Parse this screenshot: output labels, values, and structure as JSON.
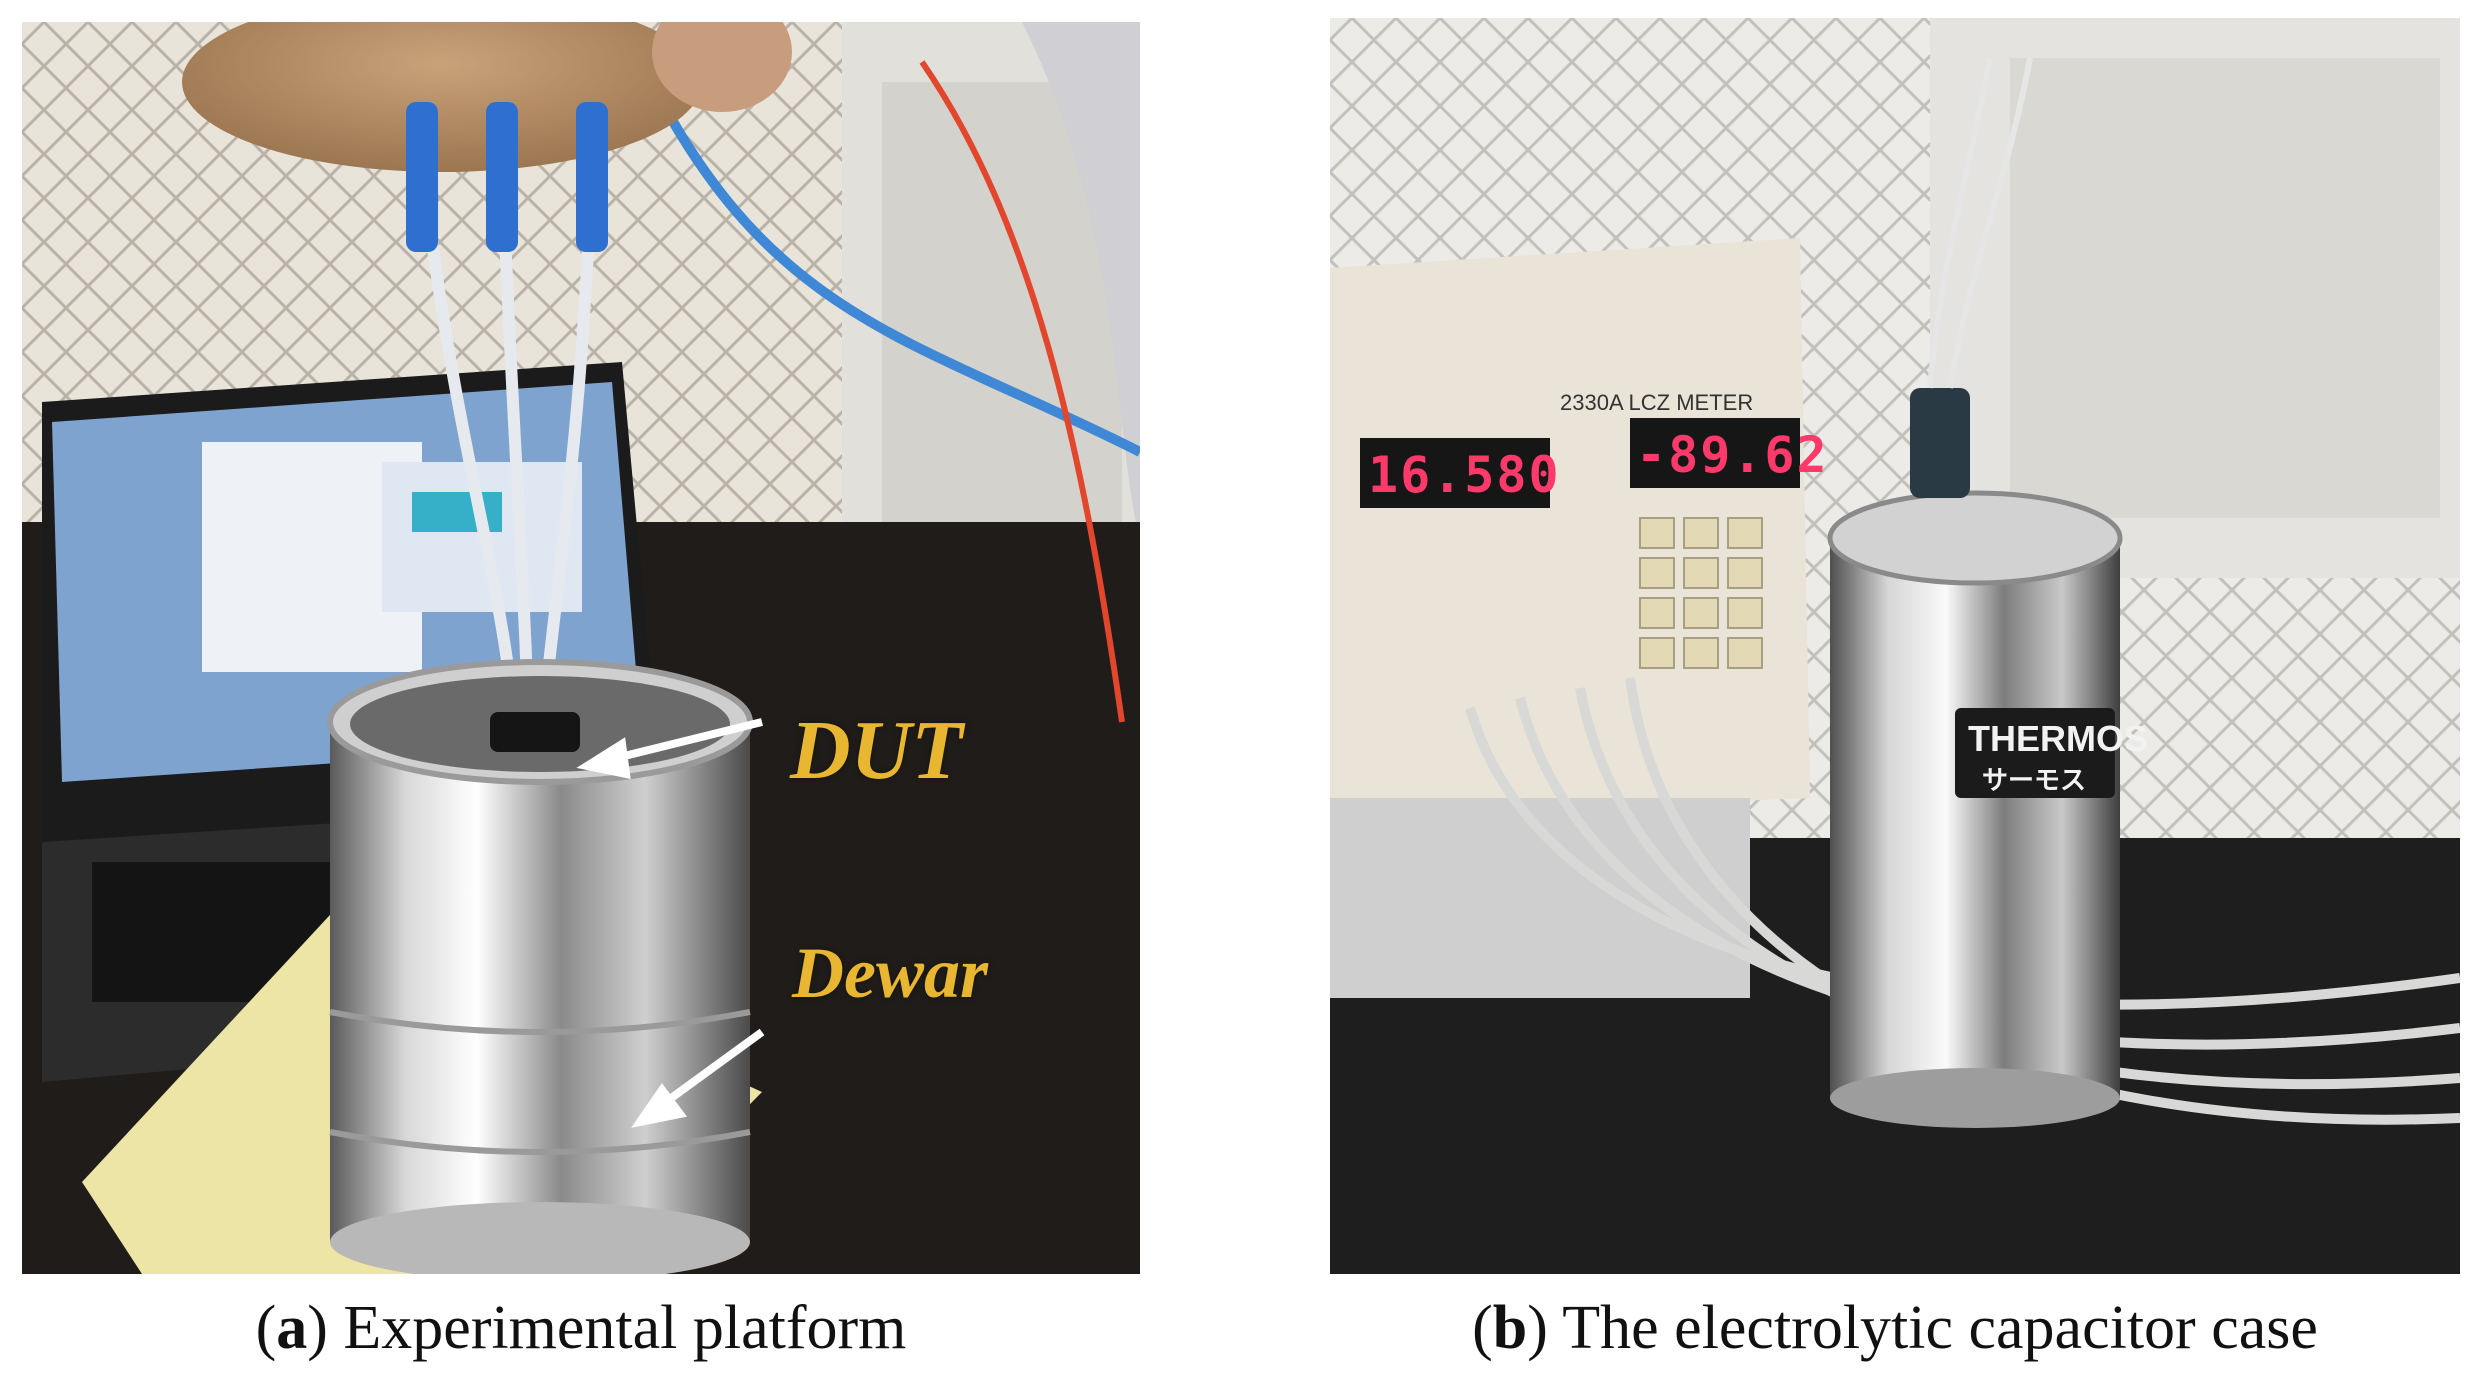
{
  "figure": {
    "panel_a": {
      "caption_letter": "a",
      "caption_text": "Experimental platform",
      "annotations": {
        "dut": "DUT",
        "dewar": "Dewar"
      }
    },
    "panel_b": {
      "caption_letter": "b",
      "caption_text": "The electrolytic capacitor case",
      "meter": {
        "model": "2330A",
        "model_suffix": "LCZ METER",
        "display_left": "16.580",
        "display_right": "-89.62"
      },
      "dewar_brand": "THERMOS",
      "dewar_brand_jp": "サーモス"
    },
    "colors": {
      "annotation": "#e8b630",
      "display_led": "#ff3a6a"
    }
  }
}
